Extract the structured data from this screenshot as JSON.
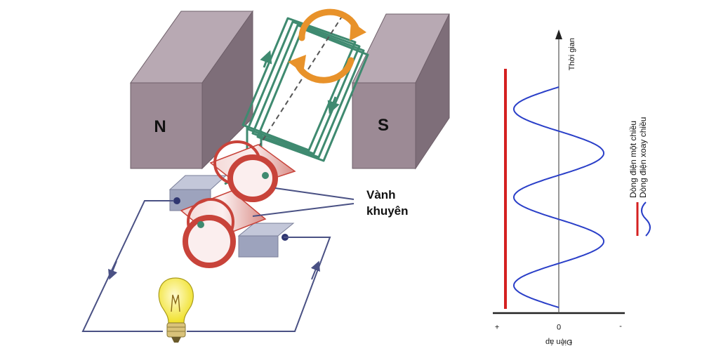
{
  "generator": {
    "north_label": "N",
    "south_label": "S",
    "ring_label_line1": "Vành",
    "ring_label_line2": "khuyên"
  },
  "graph": {
    "time_axis_label": "Thời gian",
    "voltage_axis_label": "Điện áp",
    "ticks": {
      "plus": "+",
      "zero": "0",
      "minus": "-"
    },
    "legend": [
      {
        "label": "Dòng điện một chiều",
        "color": "#d42020"
      },
      {
        "label": "Dòng điện xoay chiều",
        "color": "#2a3fc8"
      }
    ]
  },
  "colors": {
    "magnet_front": "#9c8a95",
    "magnet_top": "#b8a9b3",
    "magnet_side": "#7e6e79",
    "coil": "#3f8a70",
    "ring": "#c8433a",
    "rotation_arrow": "#e8922a",
    "wire": "#4a5184",
    "bulb": "#f3ea3a"
  }
}
